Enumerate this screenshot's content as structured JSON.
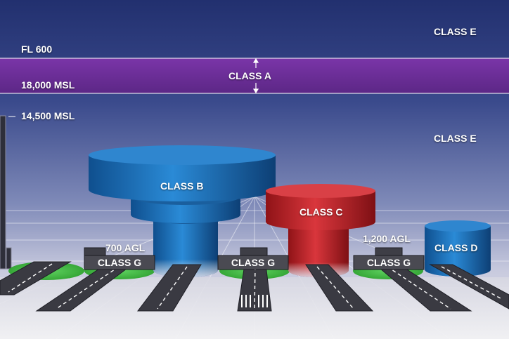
{
  "altitudes": {
    "fl600": "FL 600",
    "msl18000": "18,000 MSL",
    "msl14500": "14,500 MSL",
    "agl700": "700 AGL",
    "agl1200": "1,200 AGL"
  },
  "classes": {
    "e_top": "CLASS E",
    "e_mid": "CLASS E",
    "a": "CLASS A",
    "b": "CLASS B",
    "c": "CLASS C",
    "d": "CLASS D",
    "g_left": "CLASS G",
    "g_center": "CLASS G",
    "g_right": "CLASS G"
  },
  "colors": {
    "sky_top": "#233272",
    "sky_bottom": "#c9c9dc",
    "class_a": "#6a2c95",
    "class_b": "#1d72b8",
    "class_c": "#c4232a",
    "class_d": "#1a6eb5",
    "class_g_ground": "#3fbf3f",
    "class_g_box": "#4a4a4a"
  }
}
